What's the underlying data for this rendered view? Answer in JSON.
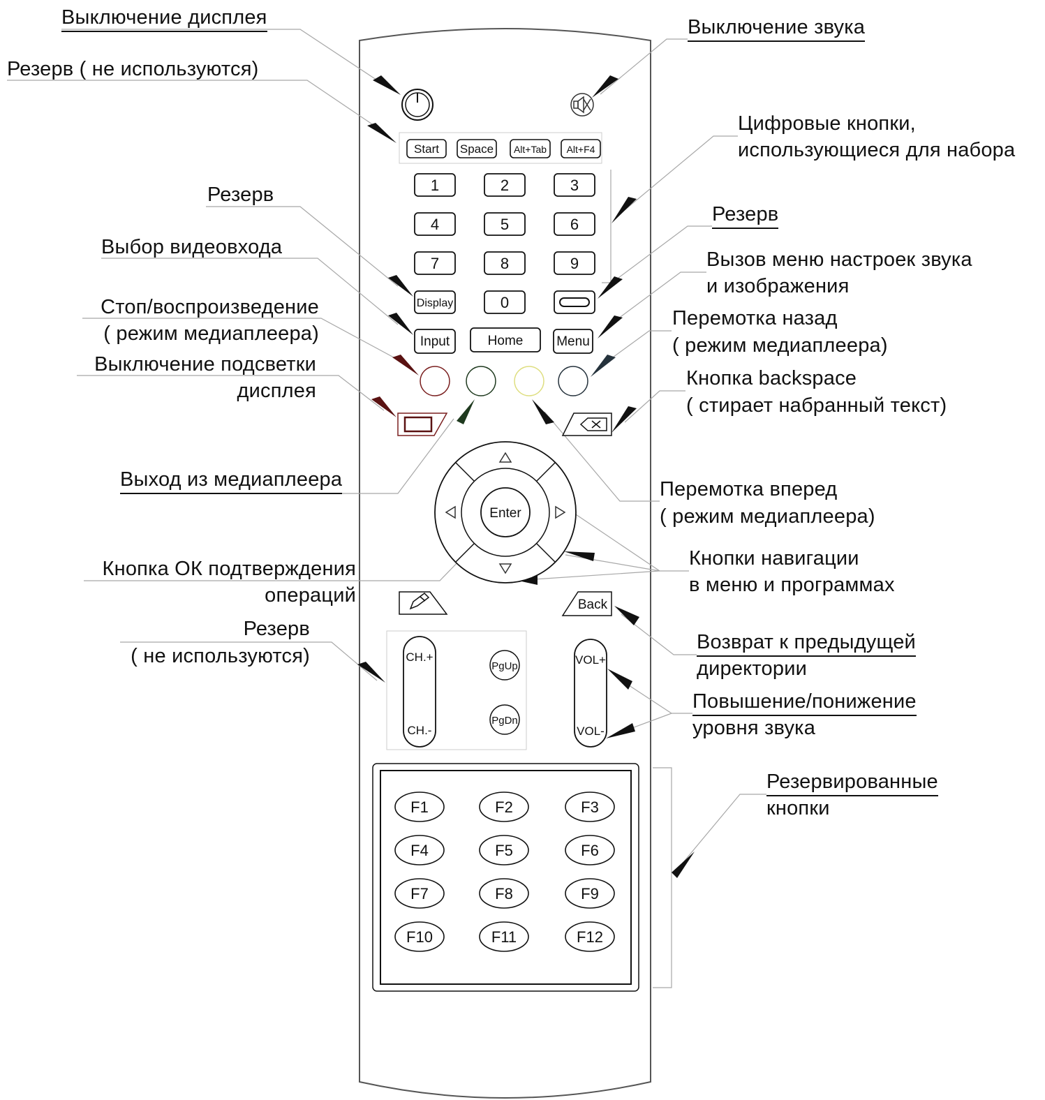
{
  "labels": {
    "display_off": "Выключение дисплея",
    "reserve_unused_1": "Резерв   ( не используются)",
    "reserve_1": "Резерв",
    "video_input": "Выбор видеовхода",
    "stop_play_1": "Стоп/воспроизведение",
    "stop_play_2": "( режим медиаплеера)",
    "backlight_off_1": "Выключение подсветки",
    "backlight_off_2": "дисплея",
    "exit_player": "Выход из медиаплеера",
    "ok_confirm_1": "Кнопка ОК подтверждения",
    "ok_confirm_2": "операций",
    "reserve_unused_2a": "Резерв",
    "reserve_unused_2b": "( не используются)",
    "mute": "Выключение звука",
    "digits_1": "Цифровые кнопки,",
    "digits_2": "использующиеся для набора",
    "reserve_2": "Резерв",
    "menu_settings_1": "Вызов меню настроек звука",
    "menu_settings_2": "и изображения",
    "rewind_1": "Перемотка назад",
    "rewind_2": "( режим медиаплеера)",
    "backspace_1": "Кнопка backspace",
    "backspace_2": "( стирает набранный текст)",
    "forward_1": "Перемотка вперед",
    "forward_2": "( режим медиаплеера)",
    "nav_1": "Кнопки навигации",
    "nav_2": "в меню и программах",
    "back_dir_1": "Возврат к предыдущей",
    "back_dir_2": "директории",
    "volume_1": "Повышение/понижение",
    "volume_2": "уровня звука",
    "reserved_keys_1": "Резервированные",
    "reserved_keys_2": "кнопки"
  },
  "remote": {
    "top_keys": [
      "Start",
      "Space",
      "Alt+Tab",
      "Alt+F4"
    ],
    "digits": [
      "1",
      "2",
      "3",
      "4",
      "5",
      "6",
      "7",
      "8",
      "9"
    ],
    "display": "Display",
    "zero": "0",
    "input": "Input",
    "home": "Home",
    "menu": "Menu",
    "enter": "Enter",
    "back": "Back",
    "ch_plus": "CH.+",
    "ch_minus": "CH.-",
    "pgup": "PgUp",
    "pgdn": "PgDn",
    "vol_plus": "VOL+",
    "vol_minus": "VOL-",
    "f_keys": [
      "F1",
      "F2",
      "F3",
      "F4",
      "F5",
      "F6",
      "F7",
      "F8",
      "F9",
      "F10",
      "F11",
      "F12"
    ]
  },
  "colors": {
    "stop_button": "#7a1f1f",
    "rewind_button": "#25323c",
    "exit_button": "#1f3a1f",
    "forward_button": "#e7e7a0"
  }
}
